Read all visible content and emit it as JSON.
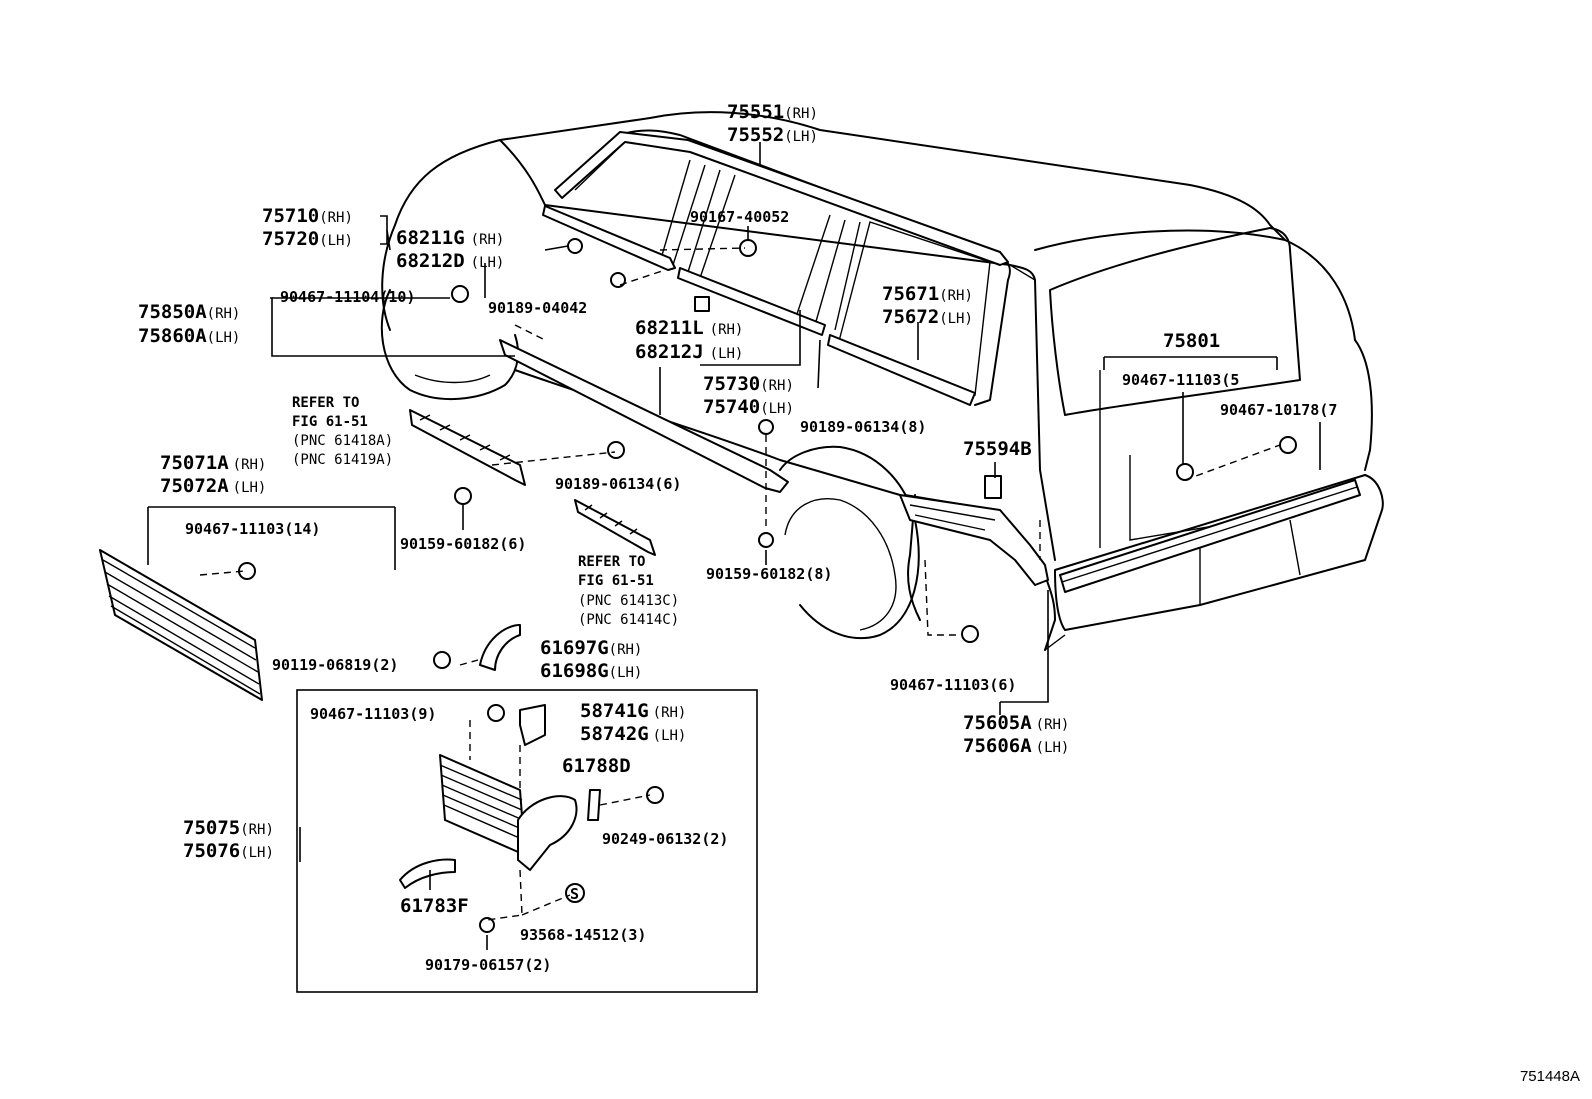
{
  "labels": {
    "p75551": "75551",
    "p75552": "75552",
    "p75710": "75710",
    "p75720": "75720",
    "p68211G": "68211G",
    "p68212D": "68212D",
    "p90167_40052": "90167-40052",
    "p90467_11104": "90467-11104(10)",
    "p90189_04042": "90189-04042",
    "p75850A": "75850A",
    "p75860A": "75860A",
    "p68211L": "68211L",
    "p68212J": "68212J",
    "p75671": "75671",
    "p75672": "75672",
    "p75730": "75730",
    "p75740": "75740",
    "p75801": "75801",
    "p90467_11103_5": "90467-11103(5",
    "p90467_10178": "90467-10178(7",
    "p90189_06134_8": "90189-06134(8)",
    "p75594B": "75594B",
    "p90189_06134_6": "90189-06134(6)",
    "p75071A": "75071A",
    "p75072A": "75072A",
    "p90467_11103_14": "90467-11103(14)",
    "p90159_60182_6": "90159-60182(6)",
    "p90159_60182_8": "90159-60182(8)",
    "p61697G": "61697G",
    "p61698G": "61698G",
    "p90119_06819": "90119-06819(2)",
    "p90467_11103_6": "90467-11103(6)",
    "p75605A": "75605A",
    "p75606A": "75606A",
    "p90467_11103_9": "90467-11103(9)",
    "p58741G": "58741G",
    "p58742G": "58742G",
    "p61788D": "61788D",
    "p75075": "75075",
    "p75076": "75076",
    "p90249_06132": "90249-06132(2)",
    "p61783F": "61783F",
    "p93568_14512": "93568-14512(3)",
    "p90179_06157": "90179-06157(2)",
    "rh": "(RH)",
    "lh": "(LH)",
    "refer_to": "REFER TO",
    "fig_61_51": "FIG 61-51",
    "pnc_61418A": "(PNC 61418A)",
    "pnc_61419A": "(PNC 61419A)",
    "pnc_61413C": "(PNC 61413C)",
    "pnc_61414C": "(PNC 61414C)",
    "s_mark": "S"
  },
  "figure_id": "751448A"
}
